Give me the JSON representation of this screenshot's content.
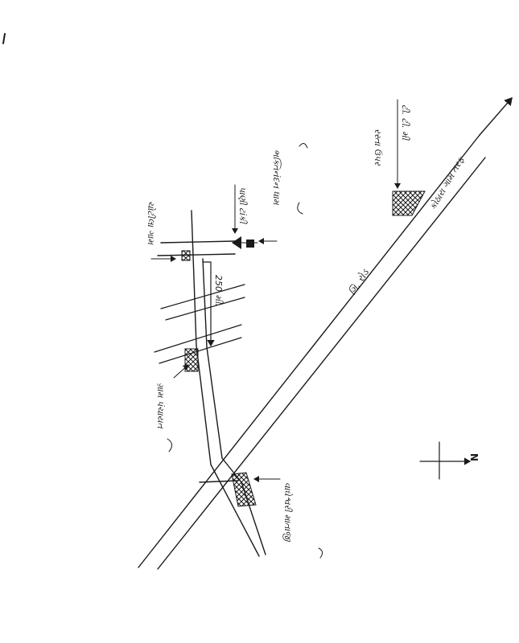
{
  "map": {
    "north_label": "N",
    "labels": {
      "road_main": "ગિ. રોડ",
      "road_top": "કોઠારા ગામ તરફ",
      "distance": "250 મી.",
      "top_building": "ચોટીલા ગામ",
      "village_area": "ભક્તિનંદન ધામ",
      "right_building_line1": "ટી. ટી. મી",
      "right_building_line2": "રસ્તા ઉપર",
      "bottom_building": "વાઘેશ્વરી માતાજી",
      "center_building": "ગ્રામ પંચાયત",
      "tank": "પાણી ટાંકી"
    }
  }
}
